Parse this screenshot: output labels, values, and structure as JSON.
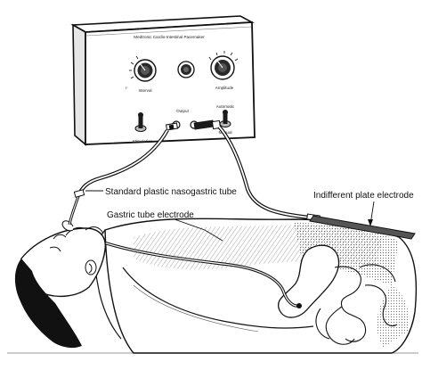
{
  "labels": {
    "nasogastric_tube": "Standard plastic nasogastric tube",
    "gastric_electrode": "Gastric tube electrode",
    "plate_electrode": "Indifferent plate electrode"
  },
  "device": {
    "title": "Medtronic Cardio-Intestinal Pacemaker",
    "knob_left": "Interval",
    "knob_right": "Amplitude",
    "switch_left": "Stimulation",
    "output": "Output",
    "switch_right_top": "Automatic",
    "switch_right_bottom": "Manual"
  },
  "colors": {
    "ink": "#111111",
    "paper": "#ffffff",
    "shade": "#9a9a9a"
  }
}
